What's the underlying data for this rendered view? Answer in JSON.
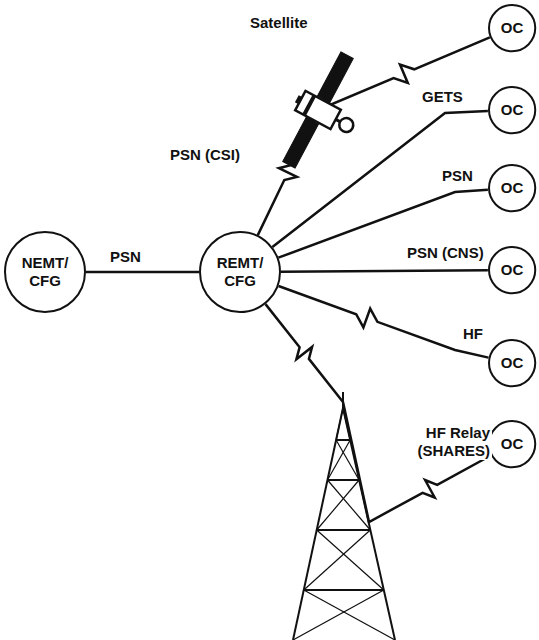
{
  "diagram": {
    "nodes": [
      {
        "text": [
          "NEMT/ CFG"
        ]
      },
      {
        "text": [
          "REMT/ CFG"
        ]
      },
      {
        "text": [
          "OC"
        ]
      },
      {
        "text": [
          "OC"
        ]
      },
      {
        "text": [
          "OC"
        ]
      },
      {
        "text": [
          "OC"
        ]
      },
      {
        "text": [
          "OC"
        ]
      },
      {
        "text": [
          "OC"
        ]
      }
    ],
    "edges": [
      {
        "from": 0,
        "to": 1,
        "label": "PSN",
        "arrow": "none"
      },
      {
        "from": 1,
        "to": 2,
        "label": "PSN (CSI)",
        "arrow": "none"
      },
      {
        "from": 1,
        "to": 3,
        "label": "GETS",
        "arrow": "none"
      },
      {
        "from": 1,
        "to": 4,
        "label": "PSN",
        "arrow": "none"
      },
      {
        "from": 1,
        "to": 5,
        "label": "PSN (CNS)",
        "arrow": "none"
      },
      {
        "from": 1,
        "to": 6,
        "label": "HF",
        "arrow": "none"
      },
      {
        "from": 1,
        "to": 7,
        "label": "HF Relay (SHARES)",
        "arrow": "none"
      }
    ],
    "labels": [
      "Satellite"
    ]
  }
}
